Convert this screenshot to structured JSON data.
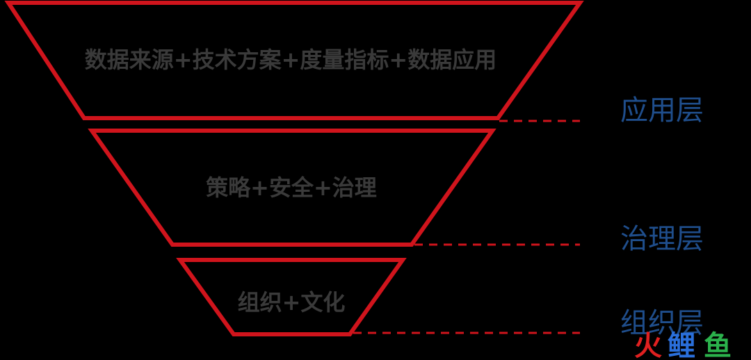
{
  "diagram": {
    "tiers": [
      {
        "text": "数据来源+技术方案+度量指标+数据应用",
        "layer": "应用层"
      },
      {
        "text": "策略+安全+治理",
        "layer": "治理层"
      },
      {
        "text": "组织+文化",
        "layer": "组织层"
      }
    ],
    "colors": {
      "background": "#000000",
      "outline": "#d0141c",
      "connector": "#d0141c",
      "tier_text": "#3a3a3a",
      "layer_label": "#1f4e8c"
    }
  },
  "watermark": {
    "parts": [
      "火",
      "鲤",
      "鱼"
    ],
    "colors": [
      "#e02020",
      "#2a6fdb",
      "#2bb24c"
    ]
  }
}
